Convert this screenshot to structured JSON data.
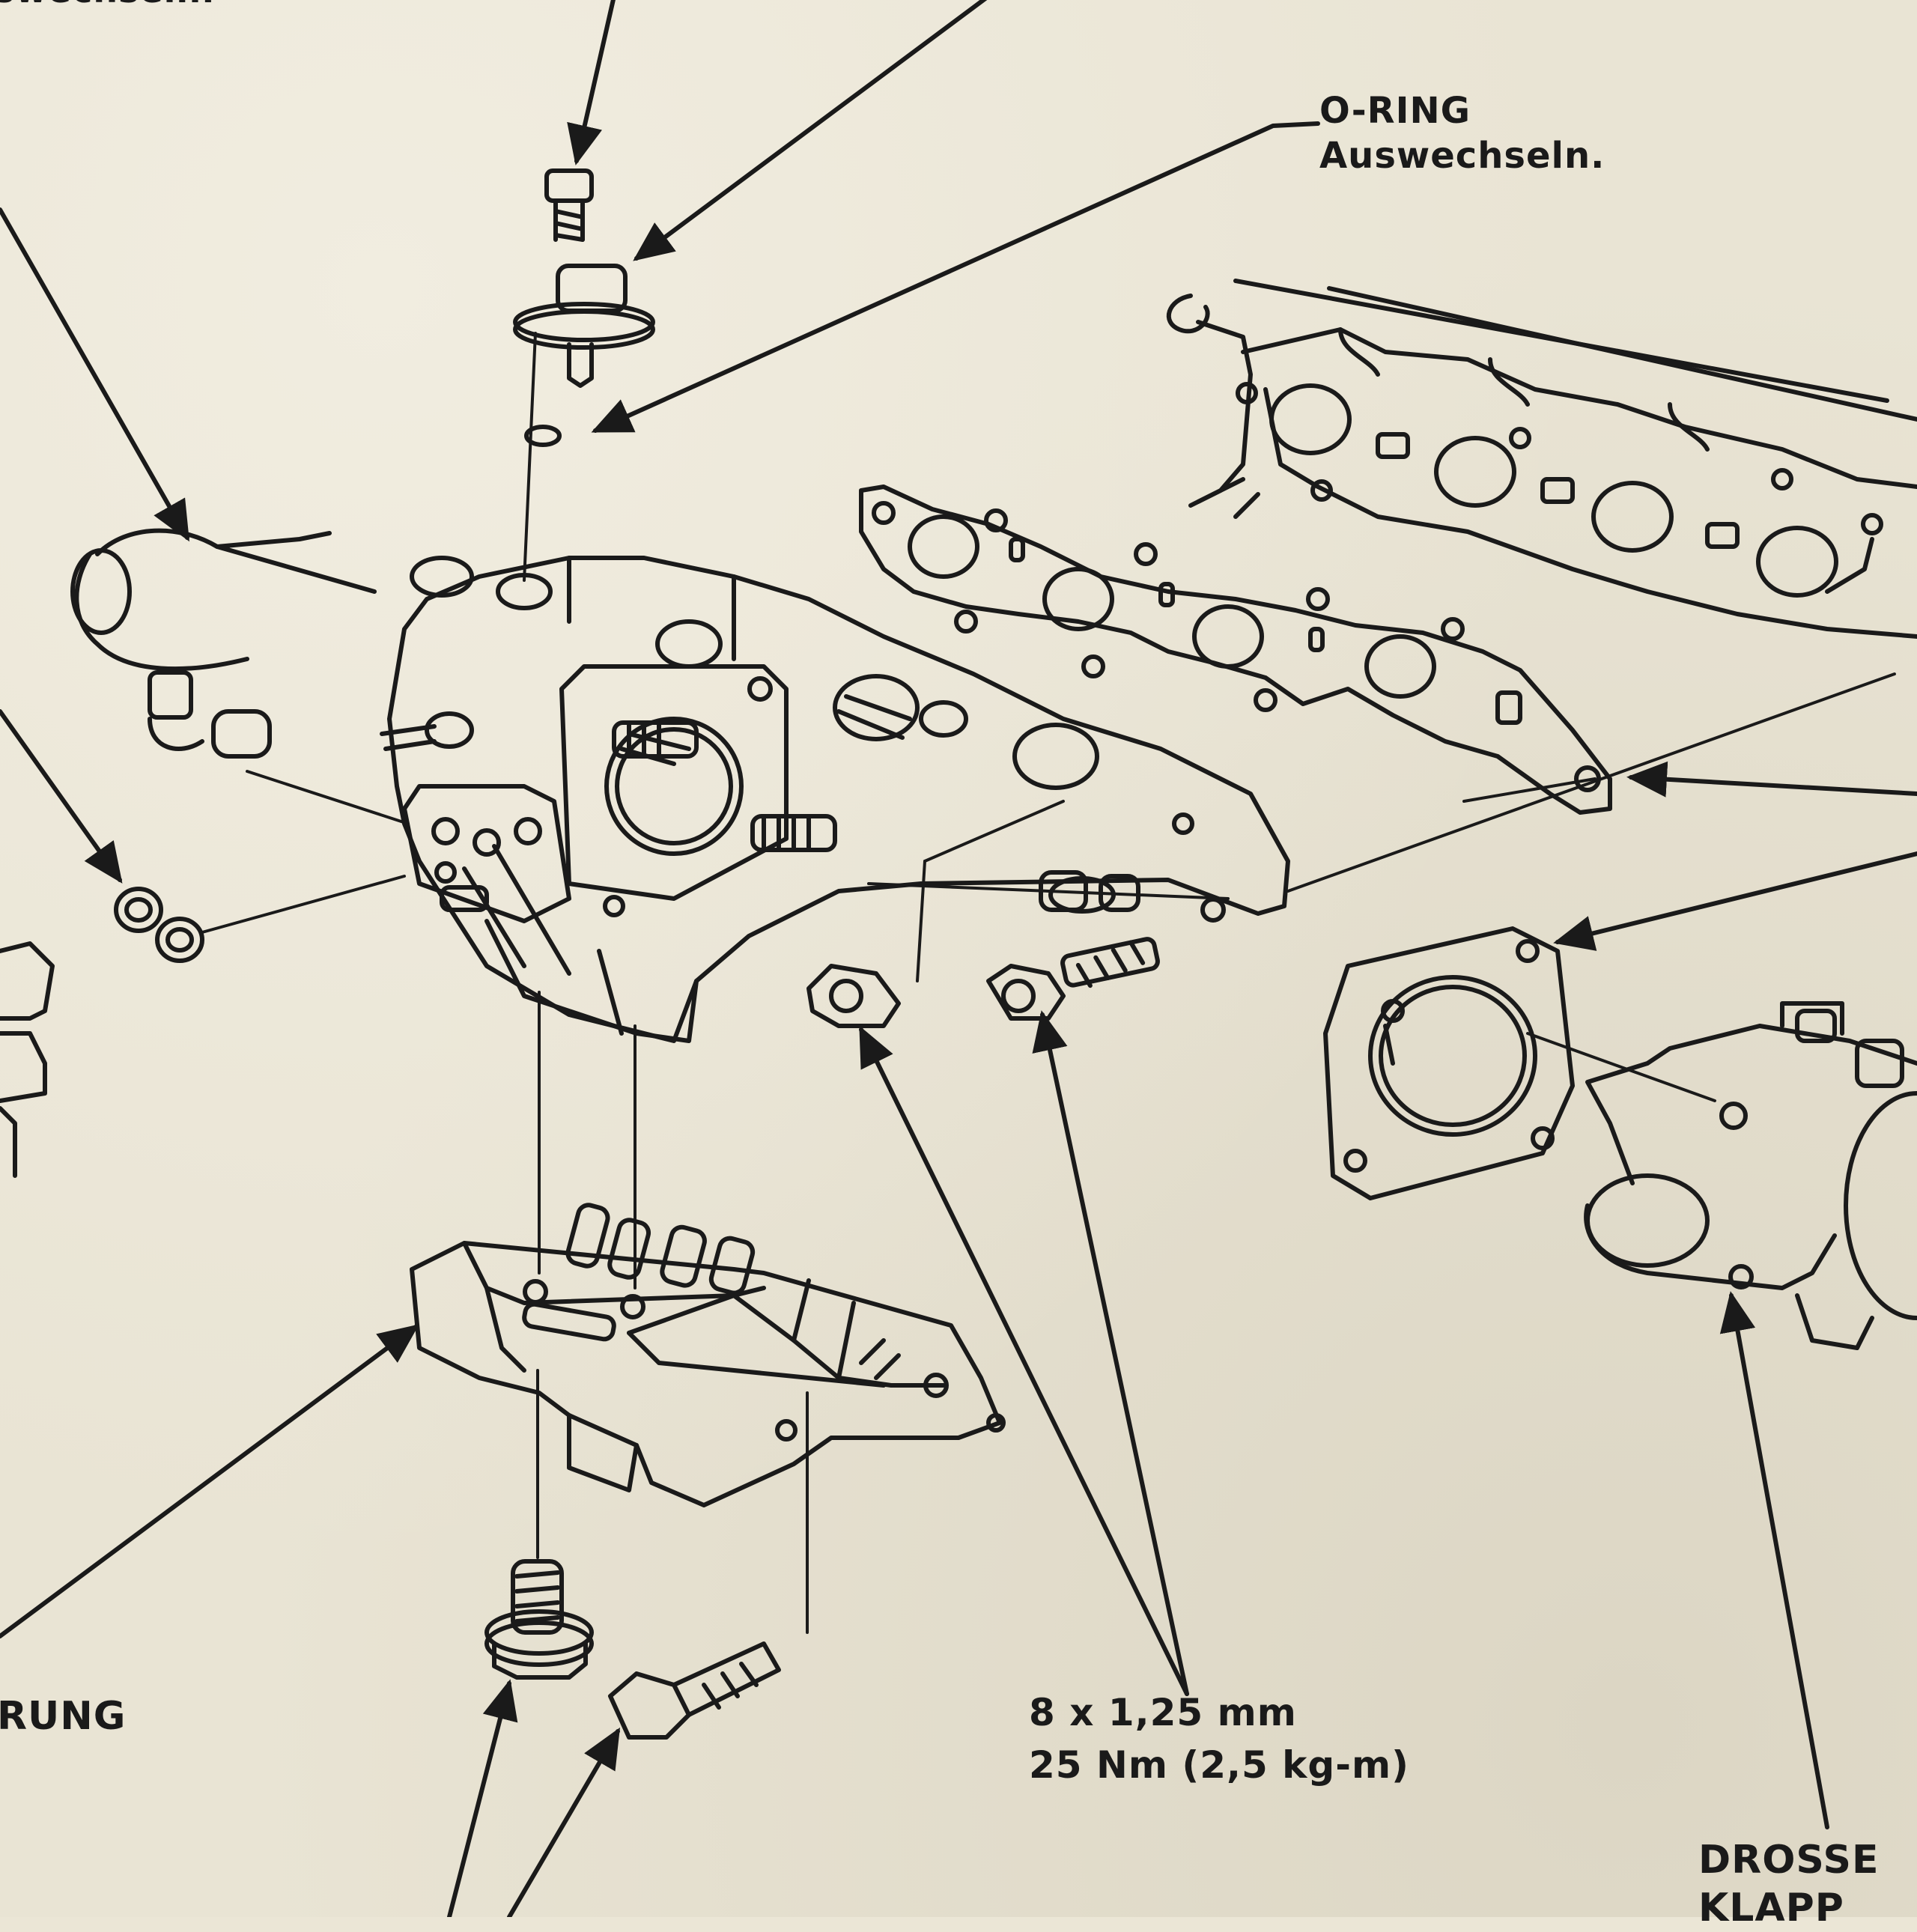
{
  "labels": {
    "top_left": "swechsein.",
    "oring": {
      "line1": "O-RING",
      "line2": "Auswechseln."
    },
    "bracket_left": "RUNG",
    "bolt_spec": {
      "line1": "8 x 1,25 mm",
      "line2": "25 Nm (2,5 kg-m)"
    },
    "throttle": {
      "line1": "DROSSE",
      "line2": "KLAPP"
    }
  },
  "colors": {
    "paper": "#e9e4d4",
    "ink": "#1a1a1a"
  }
}
